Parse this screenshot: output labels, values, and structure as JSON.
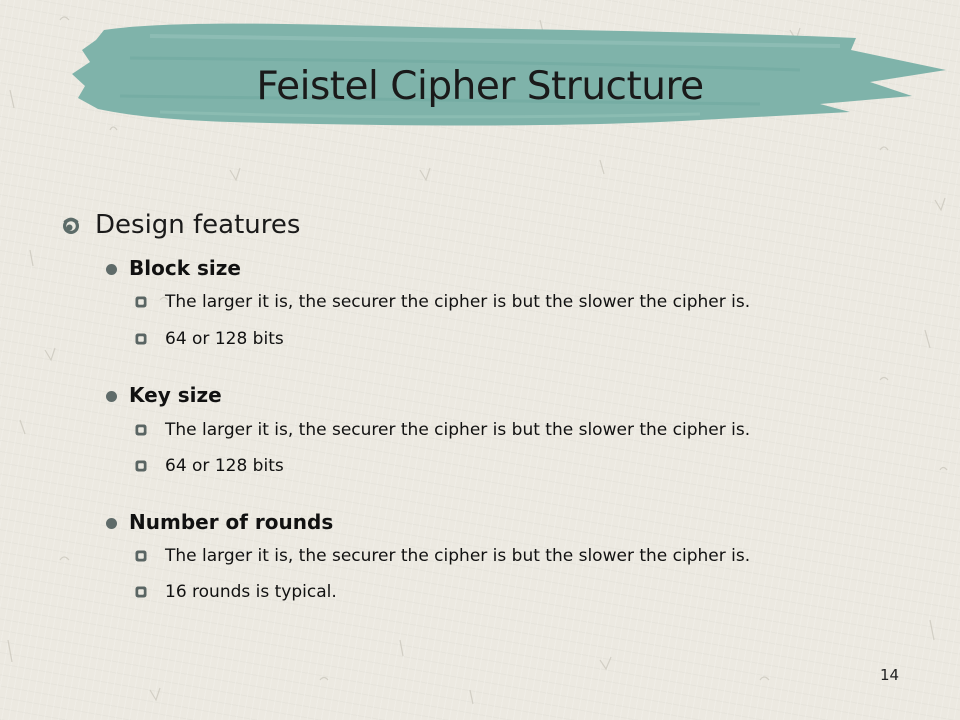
{
  "slide": {
    "title": "Feistel Cipher Structure",
    "page_number": "14",
    "accent_color": "#7fb3aa",
    "heading": "Design features",
    "sections": [
      {
        "label": "Block size",
        "items": [
          "The larger it is, the securer the cipher is but the slower the cipher is.",
          "64 or 128 bits"
        ]
      },
      {
        "label": "Key size",
        "items": [
          "The larger it is, the securer the cipher is but the slower the cipher is.",
          "64 or 128 bits"
        ]
      },
      {
        "label": "Number of rounds",
        "items": [
          "The larger it is, the securer the cipher is but the slower the cipher is.",
          "16 rounds is typical."
        ]
      }
    ]
  }
}
